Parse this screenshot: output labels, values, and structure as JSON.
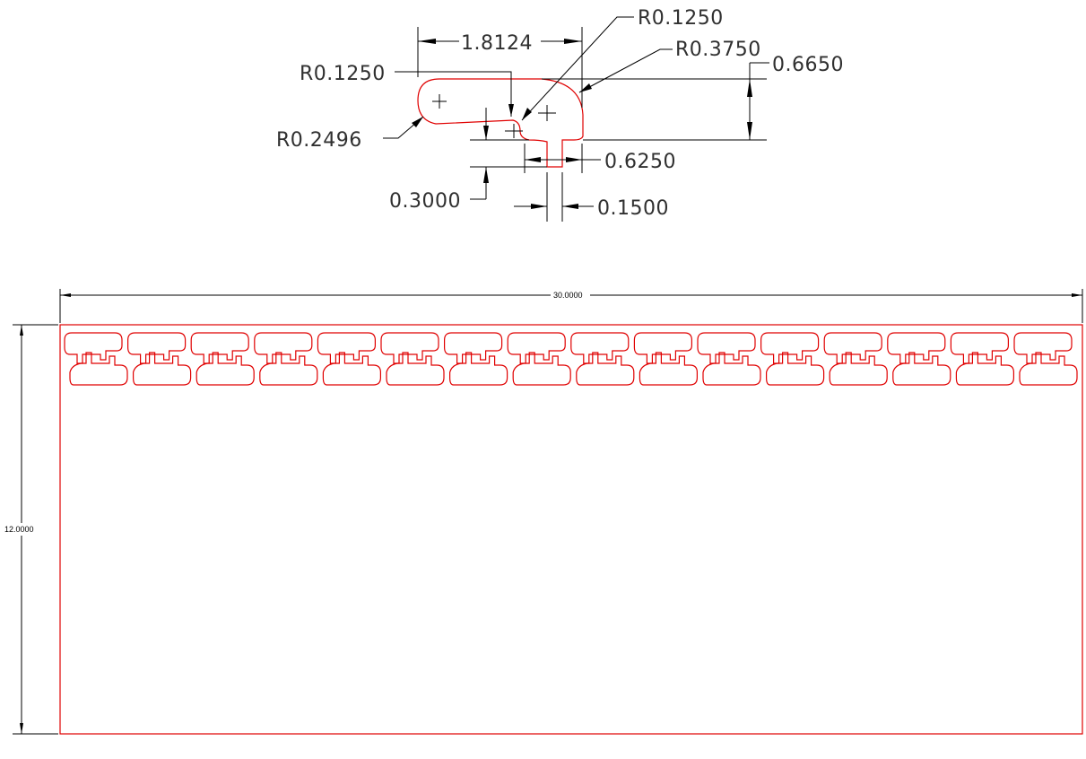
{
  "detail": {
    "dimensions": {
      "width_top": "1.8124",
      "radius_inner_top": "R0.1250",
      "radius_right": "R0.3750",
      "height_total": "0.6650",
      "radius_inner_left": "R0.1250",
      "radius_left": "R0.2496",
      "tab_span": "0.6250",
      "tab_depth": "0.3000",
      "slot_width": "0.1500"
    }
  },
  "sheet": {
    "width_label": "30.0000",
    "height_label": "12.0000",
    "part_count_per_row": 16,
    "rows": 2
  },
  "colors": {
    "profile": "#e00000",
    "dimension_lines": "#000000",
    "text": "#303030"
  }
}
